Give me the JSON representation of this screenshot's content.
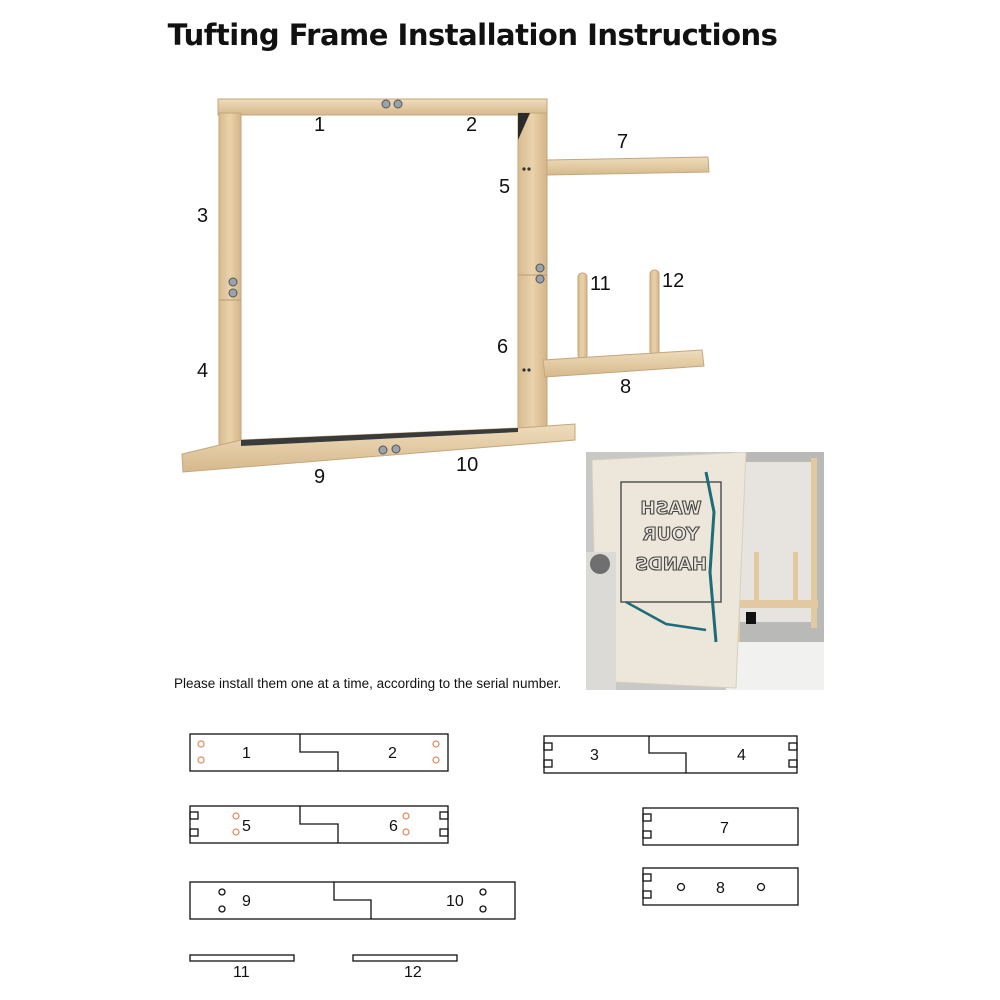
{
  "title": "Tufting Frame Installation Instructions",
  "instruction": "Please install them one at a time, according to the serial number.",
  "frame_labels": {
    "p1": "1",
    "p2": "2",
    "p3": "3",
    "p4": "4",
    "p5": "5",
    "p6": "6",
    "p7": "7",
    "p8": "8",
    "p9": "9",
    "p10": "10",
    "p11": "11",
    "p12": "12"
  },
  "photo": {
    "sign_lines": [
      "WASH",
      "YOUR",
      "HANDS"
    ]
  },
  "parts_labels": {
    "p1": "1",
    "p2": "2",
    "p3": "3",
    "p4": "4",
    "p5": "5",
    "p6": "6",
    "p7": "7",
    "p8": "8",
    "p9": "9",
    "p10": "10",
    "p11": "11",
    "p12": "12"
  },
  "colors": {
    "wood": "#e3c9a1",
    "wood_edge": "#c9ab80",
    "hole_orange": "#e0865a",
    "line": "#111111"
  }
}
